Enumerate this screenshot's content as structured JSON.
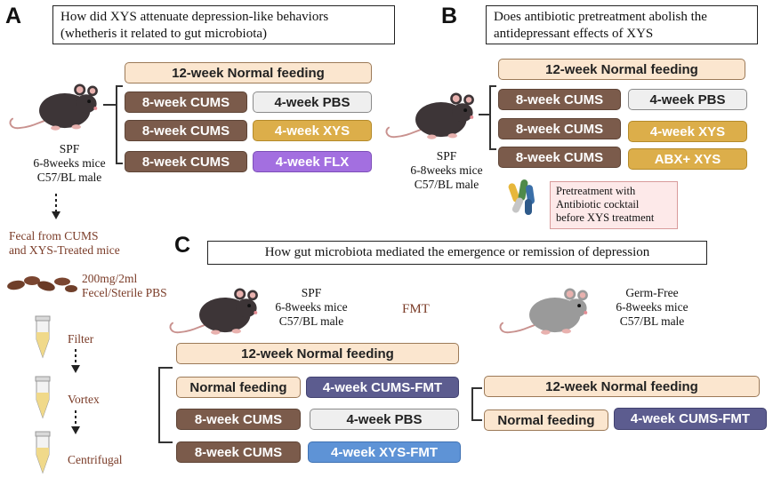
{
  "panel_a": {
    "letter": "A",
    "question": "How did XYS attenuate depression-like behaviors (whetheris it related to gut microbiota)",
    "mouse_label": [
      "SPF",
      "6-8weeks mice",
      "C57/BL male"
    ],
    "feeding": "12-week Normal feeding",
    "rows": [
      {
        "left": "8-week CUMS",
        "right": "4-week PBS"
      },
      {
        "left": "8-week CUMS",
        "right": "4-week XYS"
      },
      {
        "left": "8-week CUMS",
        "right": "4-week FLX"
      }
    ],
    "fecal": [
      "Fecal from CUMS",
      "and XYS-Treated mice"
    ],
    "dose": [
      "200mg/2ml",
      "Fecel/Sterile PBS"
    ],
    "steps": [
      "Filter",
      "Vortex",
      "Centrifugal"
    ]
  },
  "panel_b": {
    "letter": "B",
    "question": "Does antibiotic pretreatment abolish the antidepressant effects of XYS",
    "mouse_label": [
      "SPF",
      "6-8weeks mice",
      "C57/BL male"
    ],
    "feeding": "12-week Normal feeding",
    "rows": [
      {
        "left": "8-week CUMS",
        "right": "4-week PBS"
      },
      {
        "left": "8-week CUMS",
        "right": "4-week XYS"
      },
      {
        "left": "8-week CUMS",
        "right": "ABX+ XYS"
      }
    ],
    "pretreatment": [
      "Pretreatment with",
      "Antibiotic cocktail",
      "before XYS treatment"
    ]
  },
  "panel_c": {
    "letter": "C",
    "question": "How gut microbiota mediated the emergence or remission of depression",
    "spf_label": [
      "SPF",
      "6-8weeks mice",
      "C57/BL male"
    ],
    "fmt": "FMT",
    "gf_label": [
      "Germ-Free",
      "6-8weeks mice",
      "C57/BL male"
    ],
    "feeding": "12-week Normal feeding",
    "rows": [
      {
        "left": "Normal feeding",
        "right": "4-week CUMS-FMT"
      },
      {
        "left": "8-week CUMS",
        "right": "4-week PBS"
      },
      {
        "left": "8-week CUMS",
        "right": "4-week XYS-FMT"
      }
    ],
    "gf_feeding": "12-week Normal feeding",
    "gf_row": {
      "left": "Normal feeding",
      "right": "4-week CUMS-FMT"
    }
  },
  "colors": {
    "feeding": "#fbe6cf",
    "cums": "#7b5b4b",
    "pbs": "#efefef",
    "xys": "#dcae4a",
    "flx": "#a36fe0",
    "cums_fmt": "#5c5c8f",
    "xys_fmt": "#5e93d6",
    "annotation": "#7a3b27"
  },
  "icons": [
    "dark-mouse-icon",
    "grey-mouse-icon",
    "fecal-pellets-icon",
    "tube-icon",
    "down-arrow-icon",
    "pill-capsules-icon"
  ]
}
